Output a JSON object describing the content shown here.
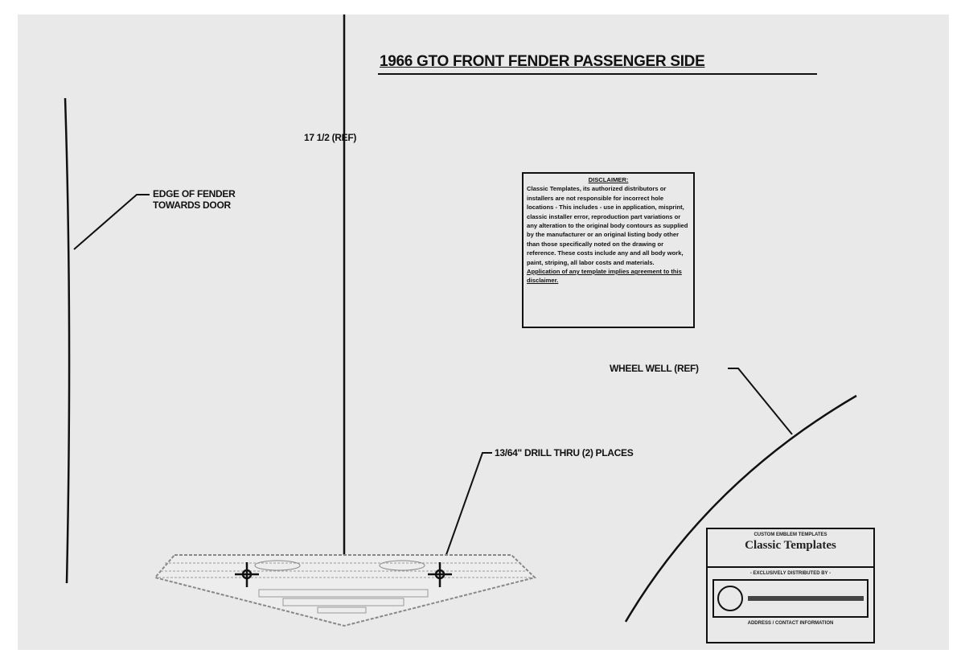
{
  "title": "1966 GTO FRONT FENDER PASSENGER SIDE",
  "labels": {
    "dimension": "17 1/2 (REF)",
    "fender_edge": "EDGE OF FENDER\nTOWARDS DOOR",
    "wheel_well": "WHEEL WELL (REF)",
    "drill": "13/64\" DRILL THRU (2) PLACES"
  },
  "disclaimer": {
    "heading": "DISCLAIMER:",
    "body": "Classic Templates, its authorized distributors or installers are not responsible for incorrect hole locations - This includes - use in application, misprint, classic installer error, reproduction part variations or any alteration to the original body contours as supplied by the manufacturer or an original listing body other than those specifically noted on the drawing or reference. These costs include any and all body work, paint, striping, all labor costs and materials.",
    "footer": "Application of any template implies agreement to this disclaimer."
  },
  "logo": {
    "top_line": "CUSTOM EMBLEM TEMPLATES",
    "brand": "Classic Templates",
    "distributed": "- EXCLUSIVELY DISTRIBUTED BY -",
    "address": "ADDRESS / CONTACT INFORMATION"
  }
}
